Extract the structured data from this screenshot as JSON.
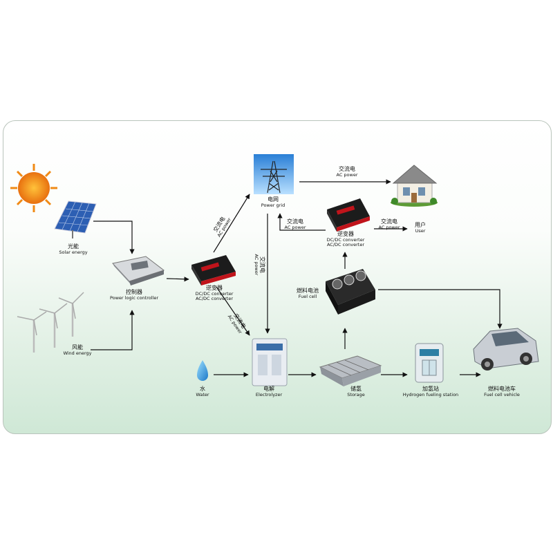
{
  "nodes": {
    "solar": {
      "zh": "光能",
      "en": "Solar energy"
    },
    "wind": {
      "zh": "风能",
      "en": "Wind energy"
    },
    "controller": {
      "zh": "控制器",
      "en": "Power logic controller"
    },
    "inverter_left": {
      "zh": "逆变器",
      "en1": "DC/DC converter",
      "en2": "AC/DC converter"
    },
    "grid": {
      "zh": "电网",
      "en": "Power grid"
    },
    "inverter_right": {
      "zh": "逆变器",
      "en1": "DC/DC converter",
      "en2": "AC/DC converter"
    },
    "user": {
      "zh": "用户",
      "en": "User"
    },
    "fuel_cell": {
      "zh": "燃料电池",
      "en": "Fuel cell"
    },
    "water": {
      "zh": "水",
      "en": "Water"
    },
    "electrolyzer": {
      "zh": "电解",
      "en": "Electrolyzer"
    },
    "storage": {
      "zh": "储氢",
      "en": "Storage"
    },
    "station": {
      "zh": "加氢站",
      "en": "Hydrogen fueling station"
    },
    "vehicle": {
      "zh": "燃料电池车",
      "en": "Fuel cell vehicle"
    }
  },
  "flows": {
    "grid_to_house": {
      "zh": "交流电",
      "en": "AC power"
    },
    "inverter_to_grid": {
      "zh": "交流电",
      "en": "AC power"
    },
    "right_inverter_to_grid": {
      "zh": "交流电",
      "en": "AC power"
    },
    "right_inverter_to_user": {
      "zh": "交流电",
      "en": "AC power"
    },
    "grid_to_electrolyzer": {
      "zh": "交流电",
      "en": "AC power"
    },
    "inverter_to_electrolyzer": {
      "zh": "交流电",
      "en": "AC power"
    }
  },
  "colors": {
    "sun": "#f08a16",
    "arrow": "#111111",
    "device_red": "#c0141b"
  }
}
